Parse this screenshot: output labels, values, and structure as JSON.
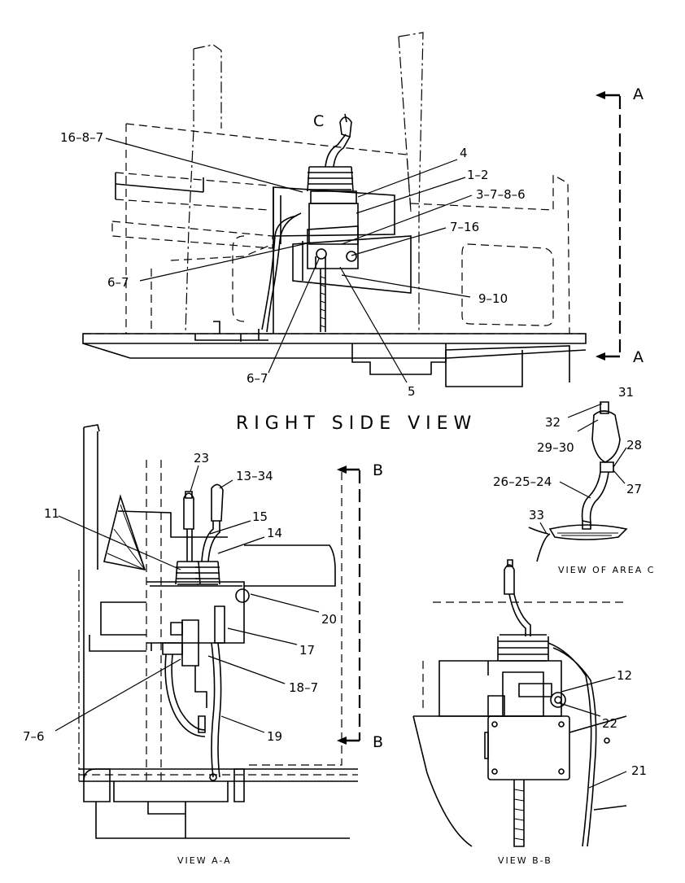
{
  "views": {
    "right_side": {
      "title": "RIGHT SIDE VIEW",
      "area_label": "C",
      "section_a_top": "A",
      "section_a_bottom": "A"
    },
    "view_aa": {
      "label": "VIEW A-A",
      "section_b_top": "B",
      "section_b_bottom": "B"
    },
    "view_bb": {
      "label": "VIEW B-B"
    },
    "view_area_c": {
      "label": "VIEW OF AREA C"
    }
  },
  "callouts": {
    "c16_8_7": "16–8–7",
    "c4": "4",
    "c1_2": "1–2",
    "c3_7_8_6": "3–7–8–6",
    "c7_16": "7–16",
    "c6_7_a": "6–7",
    "c9_10": "9–10",
    "c6_7_b": "6–7",
    "c5": "5",
    "c31": "31",
    "c32": "32",
    "c28": "28",
    "c29_30": "29–30",
    "c27": "27",
    "c26_25_24": "26–25–24",
    "c33": "33",
    "c23": "23",
    "c13_34": "13–34",
    "c11": "11",
    "c15": "15",
    "c14": "14",
    "c20": "20",
    "c17": "17",
    "c18_7": "18–7",
    "c7_6": "7–6",
    "c19": "19",
    "c12": "12",
    "c22": "22",
    "c21": "21"
  }
}
